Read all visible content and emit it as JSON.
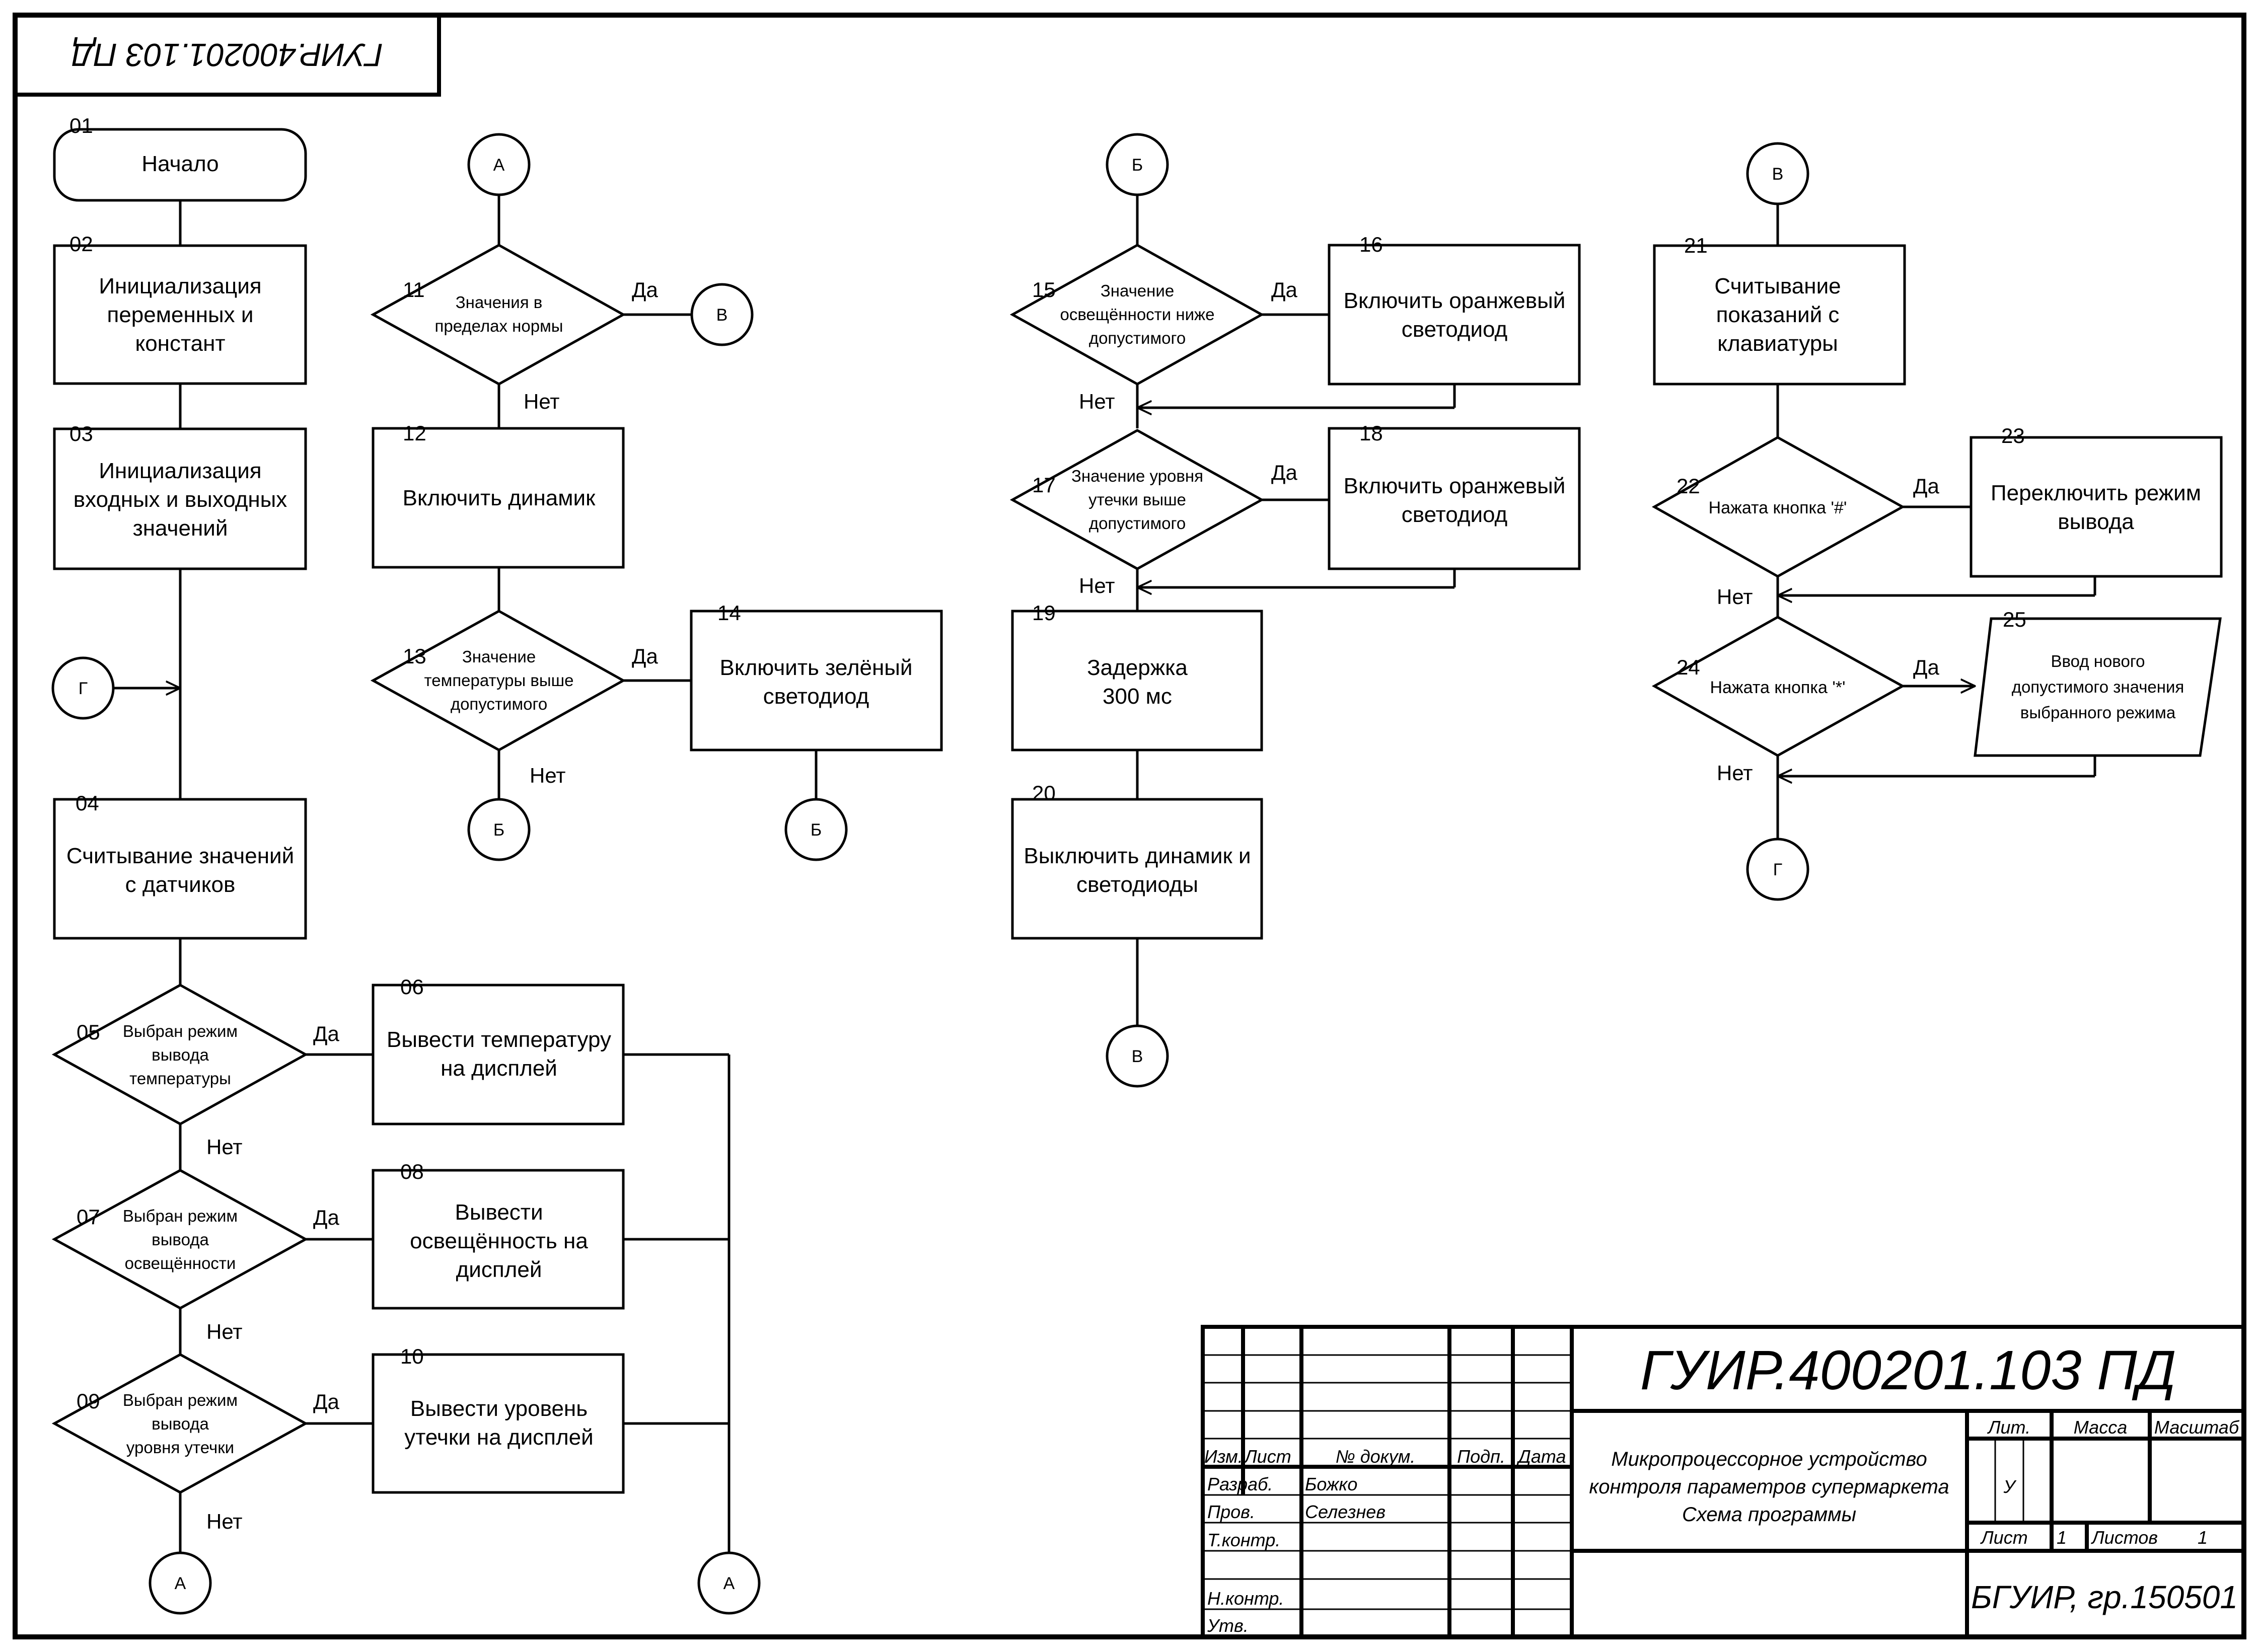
{
  "stamp_code": "ГУИР.400201.103 ПД",
  "blocks": {
    "b01": {
      "num": "01",
      "lines": [
        "Начало"
      ]
    },
    "b02": {
      "num": "02",
      "lines": [
        "Инициализация",
        "переменных и",
        "констант"
      ]
    },
    "b03": {
      "num": "03",
      "lines": [
        "Инициализация",
        "входных и выходных",
        "значений"
      ]
    },
    "b04": {
      "num": "04",
      "lines": [
        "Считывание значений",
        "с датчиков"
      ]
    },
    "b05": {
      "num": "05",
      "lines": [
        "Выбран режим",
        "вывода",
        "температуры"
      ]
    },
    "b06": {
      "num": "06",
      "lines": [
        "Вывести температуру",
        "на дисплей"
      ]
    },
    "b07": {
      "num": "07",
      "lines": [
        "Выбран режим",
        "вывода",
        "освещённости"
      ]
    },
    "b08": {
      "num": "08",
      "lines": [
        "Вывести",
        "освещённость на",
        "дисплей"
      ]
    },
    "b09": {
      "num": "09",
      "lines": [
        "Выбран режим",
        "вывода",
        "уровня утечки"
      ]
    },
    "b10": {
      "num": "10",
      "lines": [
        "Вывести уровень",
        "утечки на дисплей"
      ]
    },
    "b11": {
      "num": "11",
      "lines": [
        "Значения в",
        "пределах нормы"
      ]
    },
    "b12": {
      "num": "12",
      "lines": [
        "Включить динамик"
      ]
    },
    "b13": {
      "num": "13",
      "lines": [
        "Значение",
        "температуры выше",
        "допустимого"
      ]
    },
    "b14": {
      "num": "14",
      "lines": [
        "Включить зелёный",
        "светодиод"
      ]
    },
    "b15": {
      "num": "15",
      "lines": [
        "Значение",
        "освещённости ниже",
        "допустимого"
      ]
    },
    "b16": {
      "num": "16",
      "lines": [
        "Включить оранжевый",
        "светодиод"
      ]
    },
    "b17": {
      "num": "17",
      "lines": [
        "Значение уровня",
        "утечки выше",
        "допустимого"
      ]
    },
    "b18": {
      "num": "18",
      "lines": [
        "Включить оранжевый",
        "светодиод"
      ]
    },
    "b19": {
      "num": "19",
      "lines": [
        "Задержка",
        "300 мс"
      ]
    },
    "b20": {
      "num": "20",
      "lines": [
        "Выключить динамик и",
        "светодиоды"
      ]
    },
    "b21": {
      "num": "21",
      "lines": [
        "Считывание",
        "показаний с",
        "клавиатуры"
      ]
    },
    "b22": {
      "num": "22",
      "lines": [
        "Нажата кнопка '#'"
      ]
    },
    "b23": {
      "num": "23",
      "lines": [
        "Переключить режим",
        "вывода"
      ]
    },
    "b24": {
      "num": "24",
      "lines": [
        "Нажата кнопка '*'"
      ]
    },
    "b25": {
      "num": "25",
      "lines": [
        "Ввод нового",
        "допустимого значения",
        "выбранного режима"
      ]
    }
  },
  "connectors": {
    "c1": "А",
    "c2": "В",
    "c3": "Б",
    "c4": "Б",
    "c5": "Б",
    "c6": "В",
    "c7": "В",
    "c8": "Г",
    "c9": "Г",
    "c10": "А",
    "c11": "А"
  },
  "labels": {
    "yes": "Да",
    "no": "Нет"
  },
  "title_block": {
    "code": "ГУИР.400201.103 ПД",
    "title_lines": [
      "Микропроцессорное устройство",
      "контроля параметров супермаркета",
      "Схема программы"
    ],
    "headers": {
      "izm": "Изм.",
      "list": "Лист",
      "doc": "№ докум.",
      "podp": "Подп.",
      "date": "Дата"
    },
    "roles": {
      "razrab": "Разраб.",
      "prov": "Пров.",
      "tkontr": "Т.контр.",
      "nkontr": "Н.контр.",
      "utv": "Утв."
    },
    "names": {
      "razrab": "Божко",
      "prov": "Селезнев"
    },
    "lit_label": "Лит.",
    "massa_label": "Масса",
    "masshtab_label": "Масштаб",
    "lit_value": "У",
    "sheet_label": "Лист",
    "sheet_value": "1",
    "sheets_label": "Листов",
    "sheets_value": "1",
    "org": "БГУИР, гр.150501"
  }
}
